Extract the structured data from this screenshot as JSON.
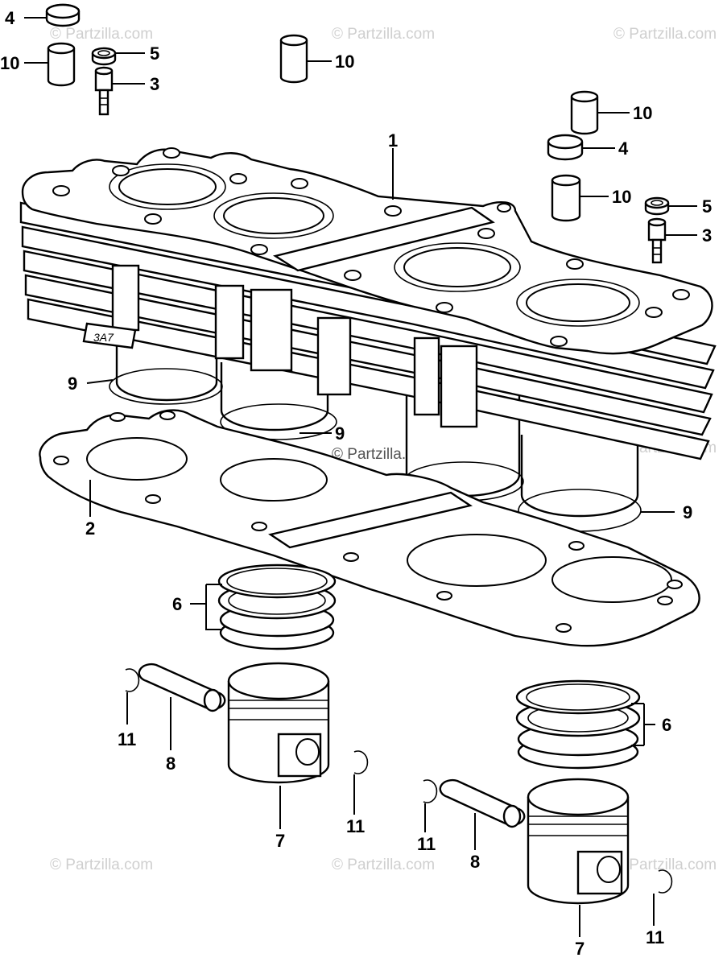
{
  "diagram": {
    "watermark": "© Partzilla.com",
    "labels": {
      "cylinder": "1",
      "gasket": "2",
      "oil_jet": "3",
      "o_ring_large": "4",
      "o_ring_small": "5",
      "piston_ring_set": "6",
      "piston": "7",
      "piston_pin": "8",
      "cylinder_sleeve_ring": "9",
      "dowel_pin": "10",
      "pin_clip": "11"
    },
    "casting_mark": "3A7"
  }
}
